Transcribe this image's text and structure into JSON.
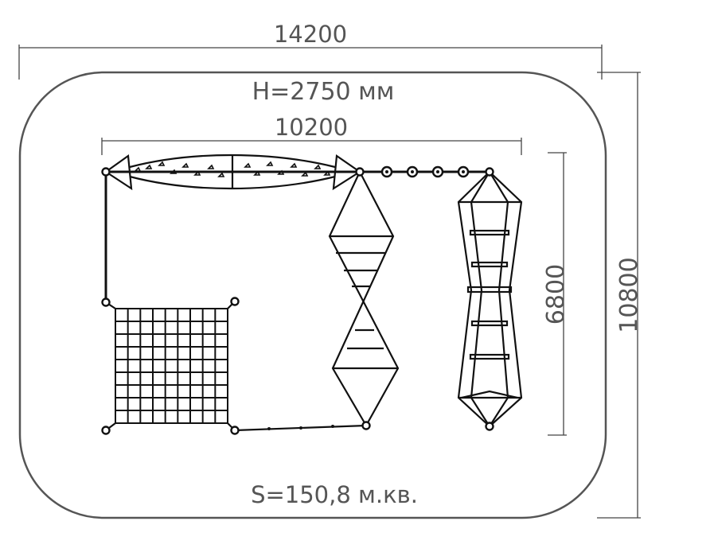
{
  "dimensions": {
    "total_width": "14200",
    "height_label": "H=2750 мм",
    "inner_width": "10200",
    "inner_depth": "6800",
    "total_depth": "10800",
    "area_label": "S=150,8 м.кв."
  },
  "colors": {
    "outline": "#555555",
    "equipment": "#111111",
    "background": "#ffffff"
  }
}
